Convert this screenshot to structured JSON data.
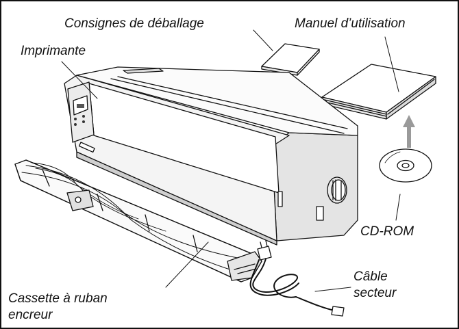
{
  "labels": {
    "unpacking_instructions": "Consignes de déballage",
    "user_manual": "Manuel d’utilisation",
    "printer": "Imprimante",
    "cd_rom": "CD-ROM",
    "ribbon_line1": "Cassette à ruban",
    "ribbon_line2": "encreur",
    "cable_line1": "Câble",
    "cable_line2": "secteur"
  },
  "colors": {
    "line": "#111111",
    "arrow": "#9a9a9a",
    "printer_body": "#f4f4f4",
    "printer_shadow": "#d6d6d6"
  },
  "icons": [
    "printer",
    "ribbon-cassette",
    "power-cable",
    "cd-rom",
    "manual-book",
    "instruction-card"
  ]
}
